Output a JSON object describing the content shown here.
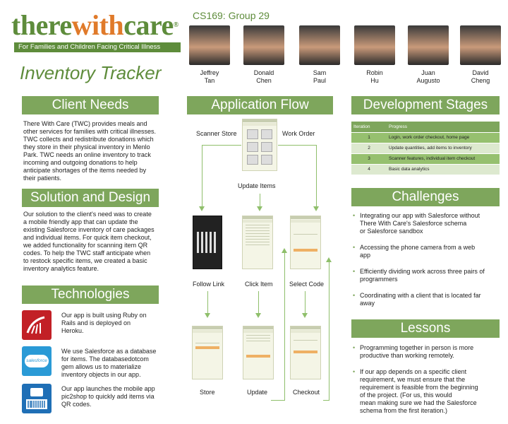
{
  "logo": {
    "part1": "there",
    "part2": "with",
    "part3": "care",
    "reg": "®",
    "tagline": "For Families and Children Facing Critical Illness"
  },
  "title": "Inventory Tracker",
  "group": "CS169: Group 29",
  "members": [
    {
      "first": "Jeffrey",
      "last": "Tan"
    },
    {
      "first": "Donald",
      "last": "Chen"
    },
    {
      "first": "Sam",
      "last": "Paul"
    },
    {
      "first": "Robin",
      "last": "Hu"
    },
    {
      "first": "Juan",
      "last": "Augusto"
    },
    {
      "first": "David",
      "last": "Cheng"
    }
  ],
  "client_needs": {
    "header": "Client Needs",
    "lines": [
      "There With Care (TWC) provides meals and",
      "other services for families with critical illnesses.",
      "TWC collects and redistribute donations which",
      "they store in their physical inventory in Menlo",
      "Park. TWC needs an online inventory to track",
      "incoming and outgoing donations to help",
      "anticipate shortages of the items needed by",
      "their patients."
    ]
  },
  "solution": {
    "header": "Solution and Design",
    "lines": [
      "Our solution to the client's need was to create",
      "a mobile friendly app that can update the",
      "existing Salesforce inventory of care packages",
      "and individual items. For quick item checkout,",
      "we added functionality for scanning item QR",
      "codes. To help the TWC staff anticipate when",
      " to restock specific items, we created a basic",
      "inventory analytics feature."
    ]
  },
  "technologies": {
    "header": "Technologies",
    "items": [
      {
        "icon": "rails-icon",
        "lines": [
          "Our app is built using Ruby on",
          "Rails and is deployed on",
          "Heroku."
        ]
      },
      {
        "icon": "salesforce-icon",
        "label": "salesforce",
        "lines": [
          "We use Salesforce as a database",
          "for items. The databasedotcom",
          "gem allows us to materialize",
          "inventory objects in our app."
        ]
      },
      {
        "icon": "barcode-icon",
        "lines": [
          "Our app launches the mobile app",
          "pic2shop to quickly add items via",
          "QR codes."
        ]
      }
    ]
  },
  "flow": {
    "header": "Application Flow",
    "labels": {
      "scanner": "Scanner Store",
      "work_order": "Work Order",
      "update_items": "Update Items",
      "follow_link": "Follow Link",
      "click_item": "Click Item",
      "select_code": "Select Code",
      "store": "Store",
      "update": "Update",
      "checkout": "Checkout"
    }
  },
  "dev": {
    "header": "Development Stages",
    "col_iteration": "Iteration",
    "col_progress": "Progress",
    "rows": [
      {
        "it": "1",
        "progress": "Login, work order checkout, home page"
      },
      {
        "it": "2",
        "progress": "Update quantities, add items to inventory"
      },
      {
        "it": "3",
        "progress": "Scanner features, individual item checkout"
      },
      {
        "it": "4",
        "progress": "Basic data analytics"
      }
    ]
  },
  "challenges": {
    "header": "Challenges",
    "items": [
      [
        "Integrating our app with Salesforce without",
        "There With Care's Salesforce schema",
        "or Salesforce sandbox"
      ],
      [
        "Accessing the phone camera from a web",
        "app"
      ],
      [
        "Efficiently dividing work across three pairs of",
        "programmers"
      ],
      [
        "Coordinating with a client that is located far",
        "away"
      ]
    ]
  },
  "lessons": {
    "header": "Lessons",
    "items": [
      [
        "Programming together in person is more",
        "productive than working remotely."
      ],
      [
        "If our app depends on a specific client",
        "requirement, we must ensure that the",
        "requirement is feasible from the beginning",
        "of the project. (For us, this would",
        "mean making sure we had the Salesforce",
        "schema from the first iteration.)"
      ]
    ]
  },
  "colors": {
    "accent": "#7ea65c",
    "logo_green": "#5e8c3b",
    "logo_orange": "#e07a2a"
  }
}
